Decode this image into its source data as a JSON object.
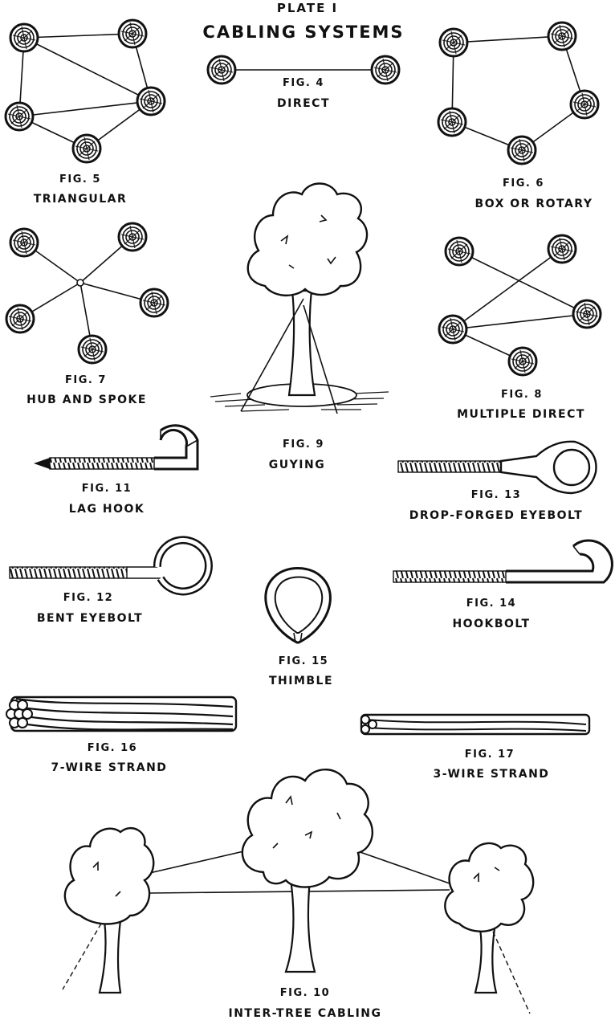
{
  "plate": {
    "label": "PLATE I",
    "title": "CABLING SYSTEMS"
  },
  "figures": {
    "fig4": {
      "number": "FIG. 4",
      "name": "DIRECT"
    },
    "fig5": {
      "number": "FIG. 5",
      "name": "TRIANGULAR"
    },
    "fig6": {
      "number": "FIG. 6",
      "name": "BOX OR ROTARY"
    },
    "fig7": {
      "number": "FIG. 7",
      "name": "HUB AND SPOKE"
    },
    "fig8": {
      "number": "FIG. 8",
      "name": "MULTIPLE DIRECT"
    },
    "fig9": {
      "number": "FIG. 9",
      "name": "GUYING"
    },
    "fig10": {
      "number": "FIG. 10",
      "name": "INTER-TREE CABLING"
    },
    "fig11": {
      "number": "FIG. 11",
      "name": "LAG HOOK"
    },
    "fig12": {
      "number": "FIG. 12",
      "name": "BENT EYEBOLT"
    },
    "fig13": {
      "number": "FIG. 13",
      "name": "DROP-FORGED EYEBOLT"
    },
    "fig14": {
      "number": "FIG. 14",
      "name": "HOOKBOLT"
    },
    "fig15": {
      "number": "FIG. 15",
      "name": "THIMBLE"
    },
    "fig16": {
      "number": "FIG. 16",
      "name": "7-WIRE STRAND"
    },
    "fig17": {
      "number": "FIG. 17",
      "name": "3-WIRE STRAND"
    }
  },
  "style": {
    "ink": "#111111",
    "paper": "#ffffff"
  }
}
